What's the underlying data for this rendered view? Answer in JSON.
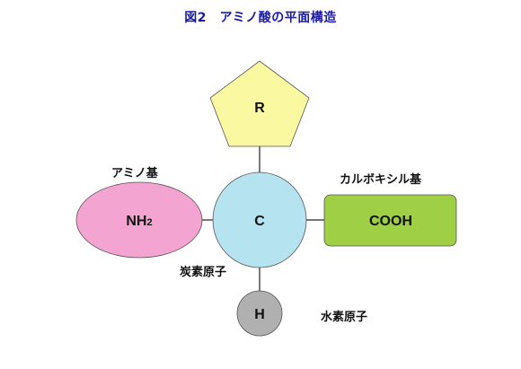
{
  "title": "図2　アミノ酸の平面構造",
  "nodes": {
    "r_group": {
      "label": "R",
      "color": "#fbf8a2"
    },
    "carbon": {
      "label": "C",
      "color": "#b5e3ef"
    },
    "amino_group": {
      "label_main": "NH",
      "label_sub": "2",
      "color": "#f3a4d1"
    },
    "carboxyl_group": {
      "label": "COOH",
      "color": "#9ecf45"
    },
    "hydrogen": {
      "label": "H",
      "color": "#b0b0b0"
    }
  },
  "labels": {
    "amino": "アミノ基",
    "carboxyl": "カルボキシル基",
    "carbon_atom": "炭素原子",
    "hydrogen_atom": "水素原子"
  }
}
